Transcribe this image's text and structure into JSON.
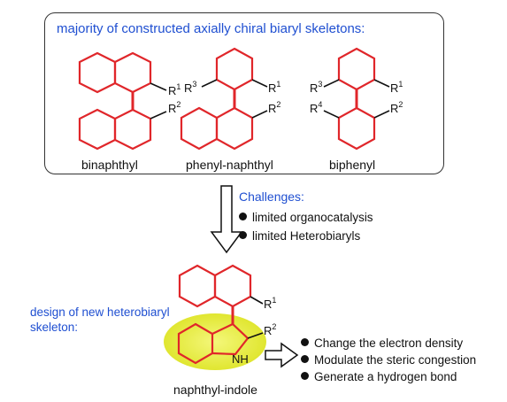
{
  "header": {
    "title": "majority of constructed axially chiral biaryl skeletons:"
  },
  "skeletons": [
    {
      "name": "binaphthyl",
      "substituents": [
        "R",
        "1",
        "R",
        "2"
      ]
    },
    {
      "name": "phenyl-naphthyl",
      "substituents": [
        "R",
        "3",
        "R",
        "1",
        "R",
        "2"
      ]
    },
    {
      "name": "biphenyl",
      "substituents": [
        "R",
        "3",
        "R",
        "1",
        "R",
        "4",
        "R",
        "2"
      ]
    }
  ],
  "challenges": {
    "title": "Challenges:",
    "items": [
      "limited organocatalysis",
      "limited Heterobiaryls"
    ]
  },
  "design": {
    "label_line1": "design  of new heterobiaryl",
    "label_line2": "skeleton:",
    "molecule_name": "naphthyl-indole",
    "nh_label": "NH",
    "r1": "R",
    "r1_sup": "1",
    "r2": "R",
    "r2_sup": "2",
    "benefits": [
      "Change the electron density",
      "Modulate the steric congestion",
      "Generate a hydrogen bond"
    ]
  },
  "colors": {
    "bond_red": "#e0262a",
    "accent_blue": "#1f4fd1",
    "highlight_yellow": "#e8ee3c",
    "outline": "#333333"
  }
}
